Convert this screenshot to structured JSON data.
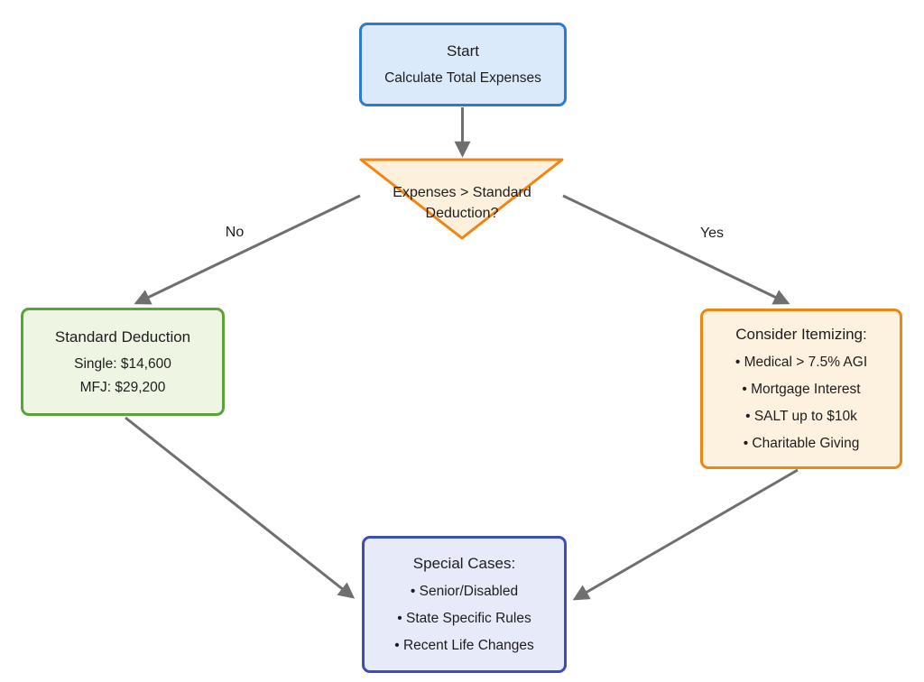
{
  "flowchart": {
    "nodes": {
      "start": {
        "title": "Start",
        "subtitle": "Calculate Total Expenses",
        "fill": "#daeafa",
        "border": "#2e7ad1"
      },
      "decision": {
        "question": "Expenses > Standard Deduction?",
        "fill": "#fdf0dd",
        "border": "#f08512"
      },
      "standard_deduction": {
        "title": "Standard Deduction",
        "lines": [
          "Single: $14,600",
          "MFJ: $29,200"
        ],
        "fill": "#eef5e3",
        "border": "#5aa338"
      },
      "consider_itemizing": {
        "title": "Consider Itemizing:",
        "items": [
          "• Medical > 7.5% AGI",
          "• Mortgage Interest",
          "• SALT up to $10k",
          "• Charitable Giving"
        ],
        "fill": "#fdf1e0",
        "border": "#f08512"
      },
      "special_cases": {
        "title": "Special Cases:",
        "items": [
          "• Senior/Disabled",
          "• State Specific Rules",
          "• Recent Life Changes"
        ],
        "fill": "#e7eaf8",
        "border": "#3c4eb3"
      }
    },
    "edges": {
      "no_label": "No",
      "yes_label": "Yes",
      "color": "#6f6f6f"
    }
  }
}
